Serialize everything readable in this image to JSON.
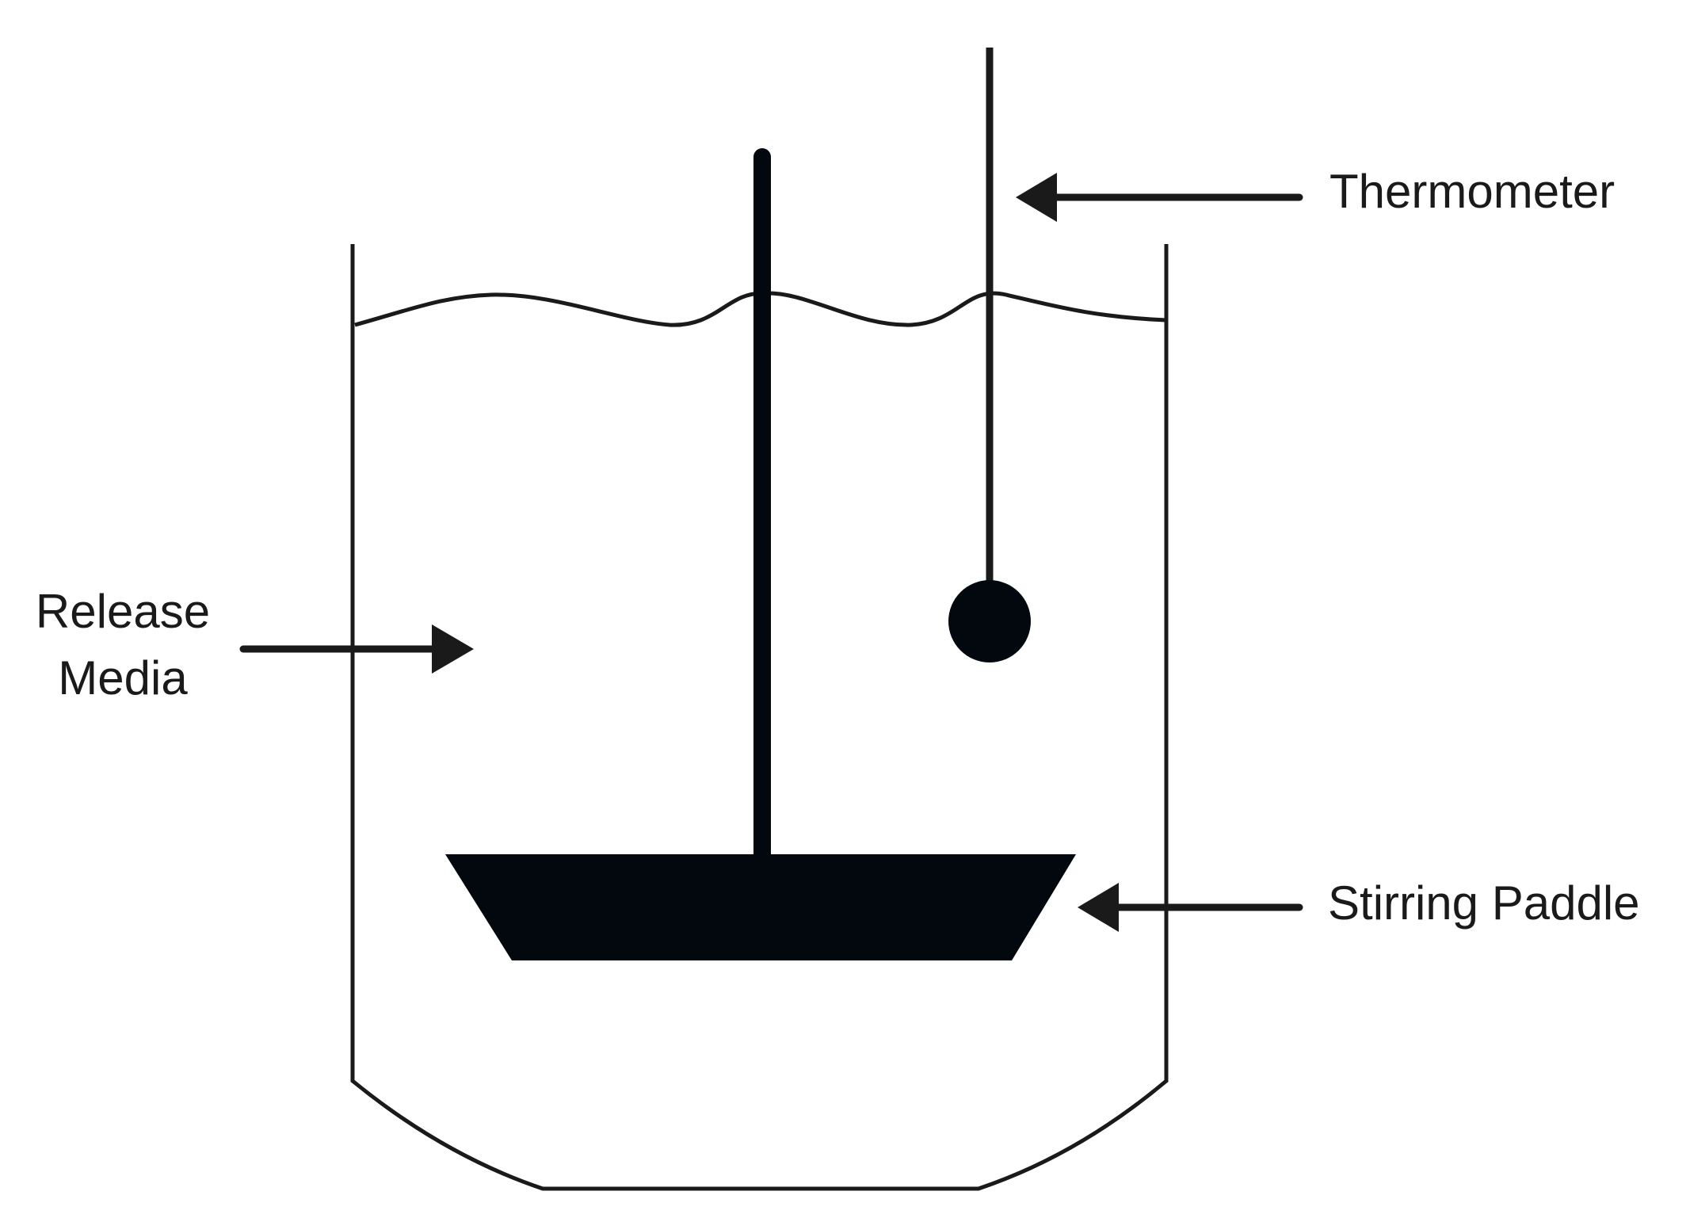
{
  "diagram": {
    "labels": {
      "thermometer": "Thermometer",
      "release_media_line1": "Release",
      "release_media_line2": "Media",
      "stirring_paddle": "Stirring Paddle"
    },
    "colors": {
      "stroke": "#1a1a1a",
      "paddle_fill": "#03080e",
      "background": "#ffffff"
    }
  }
}
